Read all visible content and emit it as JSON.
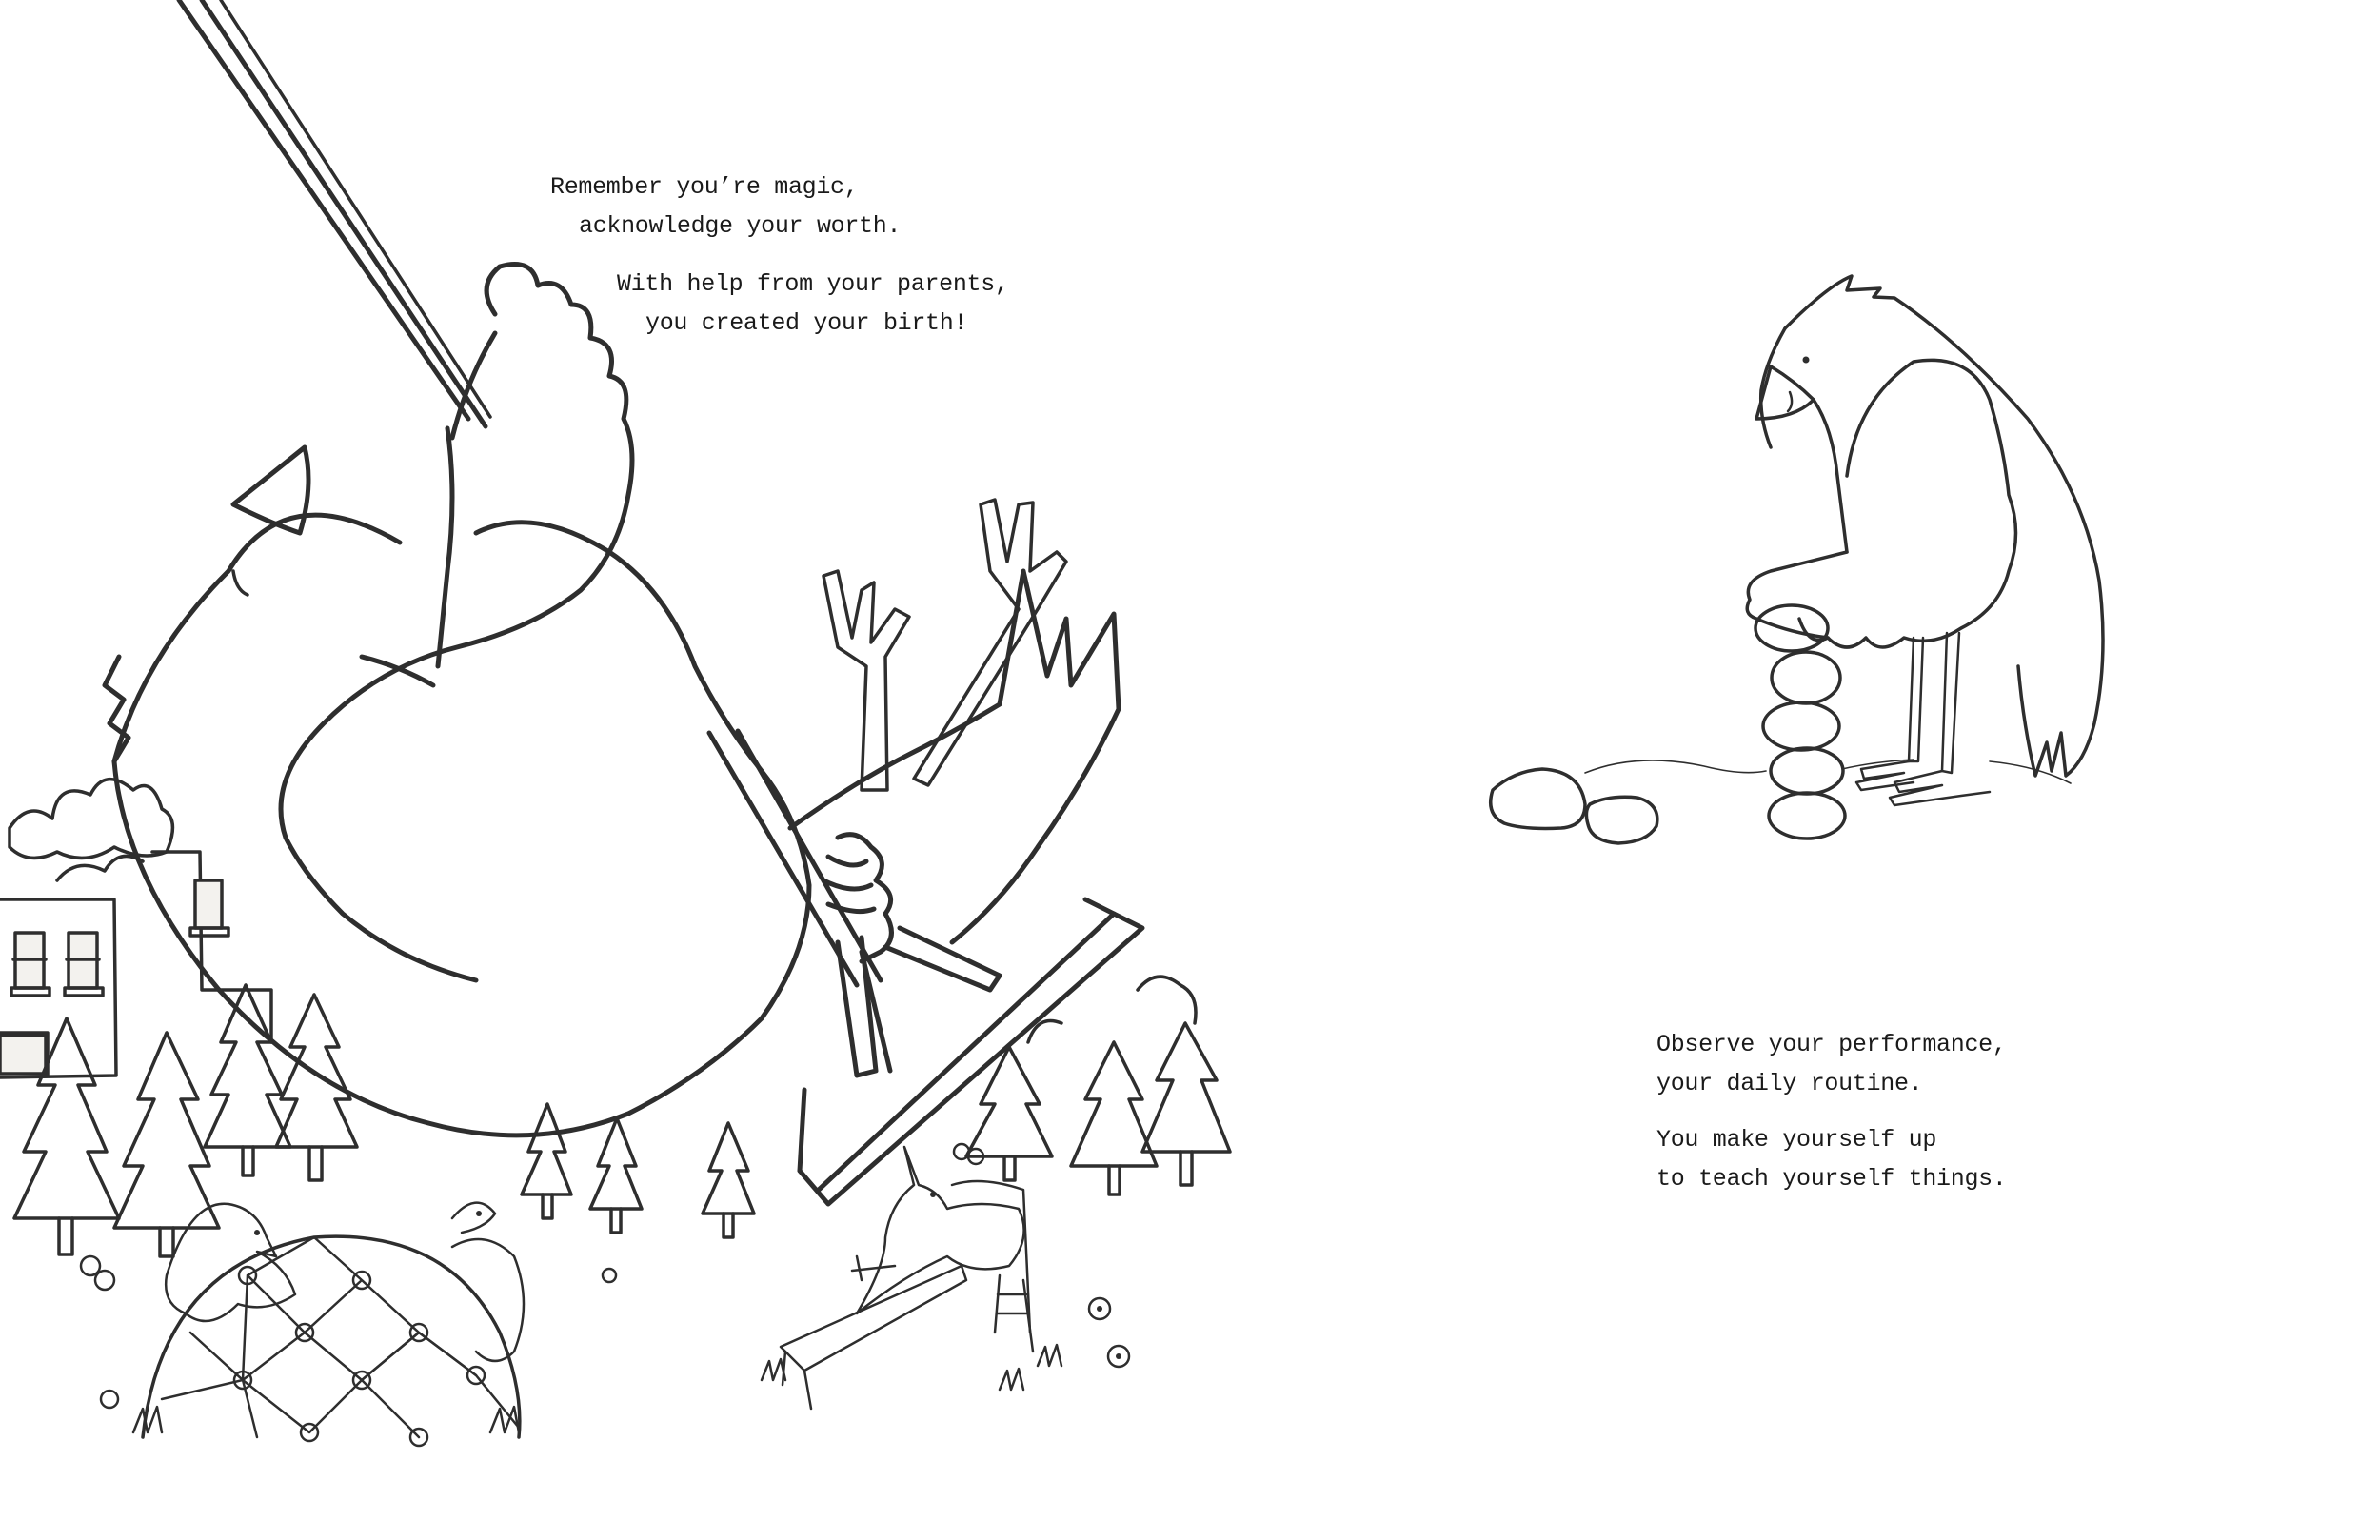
{
  "spread": {
    "left_page": {
      "illustration": "bird-on-rope-swing-over-playground",
      "verses": [
        {
          "lines": [
            "Remember you’re magic,",
            "acknowledge your worth."
          ]
        },
        {
          "lines": [
            "With help from your parents,",
            "you created your birth!"
          ]
        }
      ]
    },
    "right_page": {
      "illustration": "bird-stacking-stones",
      "verses": [
        {
          "lines": [
            "Observe your performance,",
            "your daily routine."
          ]
        },
        {
          "lines": [
            "You make yourself up",
            "to teach yourself things."
          ]
        }
      ]
    }
  },
  "colors": {
    "background": "#ffffff",
    "ink": "#2e2e2e",
    "text": "#1a1a1a",
    "window_tint": "#f3f2ee"
  }
}
